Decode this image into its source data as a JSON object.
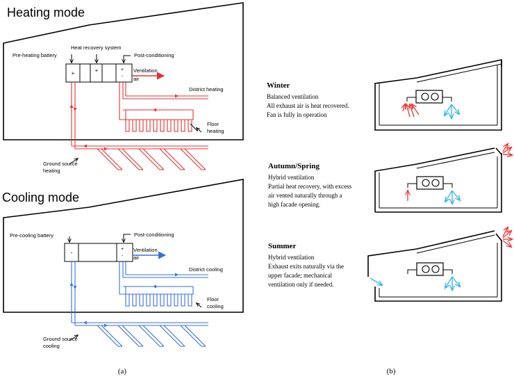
{
  "panel_a": {
    "caption": "(a)",
    "heating": {
      "title": "Heating mode",
      "labels": {
        "preheat": "Pre-heating battery",
        "heat_recovery": "Heat recovery system",
        "post_conditioning": "Post-conditioning",
        "ventilation_1": "Ventilation",
        "ventilation_2": "air",
        "district": "District heating",
        "floor_1": "Floor",
        "floor_2": "heating",
        "ground_1": "Ground source",
        "ground_2": "heating"
      },
      "colors": {
        "pipe": "#e63232"
      }
    },
    "cooling": {
      "title": "Cooling mode",
      "labels": {
        "precool": "Pre-cooling battery",
        "post_conditioning": "Post-conditioning",
        "ventilation_1": "Ventilation",
        "ventilation_2": "air",
        "district": "District cooling",
        "floor_1": "Floor",
        "floor_2": "cooling",
        "ground_1": "Ground source",
        "ground_2": "cooling"
      },
      "colors": {
        "pipe": "#3a6fe0"
      }
    },
    "unit_signs": {
      "plus": "+",
      "minus": "-",
      "plusminus_top": "+",
      "plusminus_bottom": "-"
    }
  },
  "panel_b": {
    "caption": "(b)",
    "winter": {
      "title": "Winter",
      "lines": [
        "Balanced ventilation",
        "All exhaust air is heat recovered.",
        "Fan is fully in operation"
      ]
    },
    "autumn": {
      "title": "Autumn/Spring",
      "lines": [
        "Hybrid ventilation",
        "Partial heat recovery, with excess",
        "air vented naturally through a",
        "high facade opening."
      ]
    },
    "summer": {
      "title": "Summer",
      "lines": [
        "Hybrid ventilation",
        "Exhaust exits naturally via the",
        "upper facade; mechanical",
        "ventilation only if needed."
      ]
    },
    "colors": {
      "warm_air": "#e8413d",
      "cool_air": "#3cb6e6"
    }
  }
}
